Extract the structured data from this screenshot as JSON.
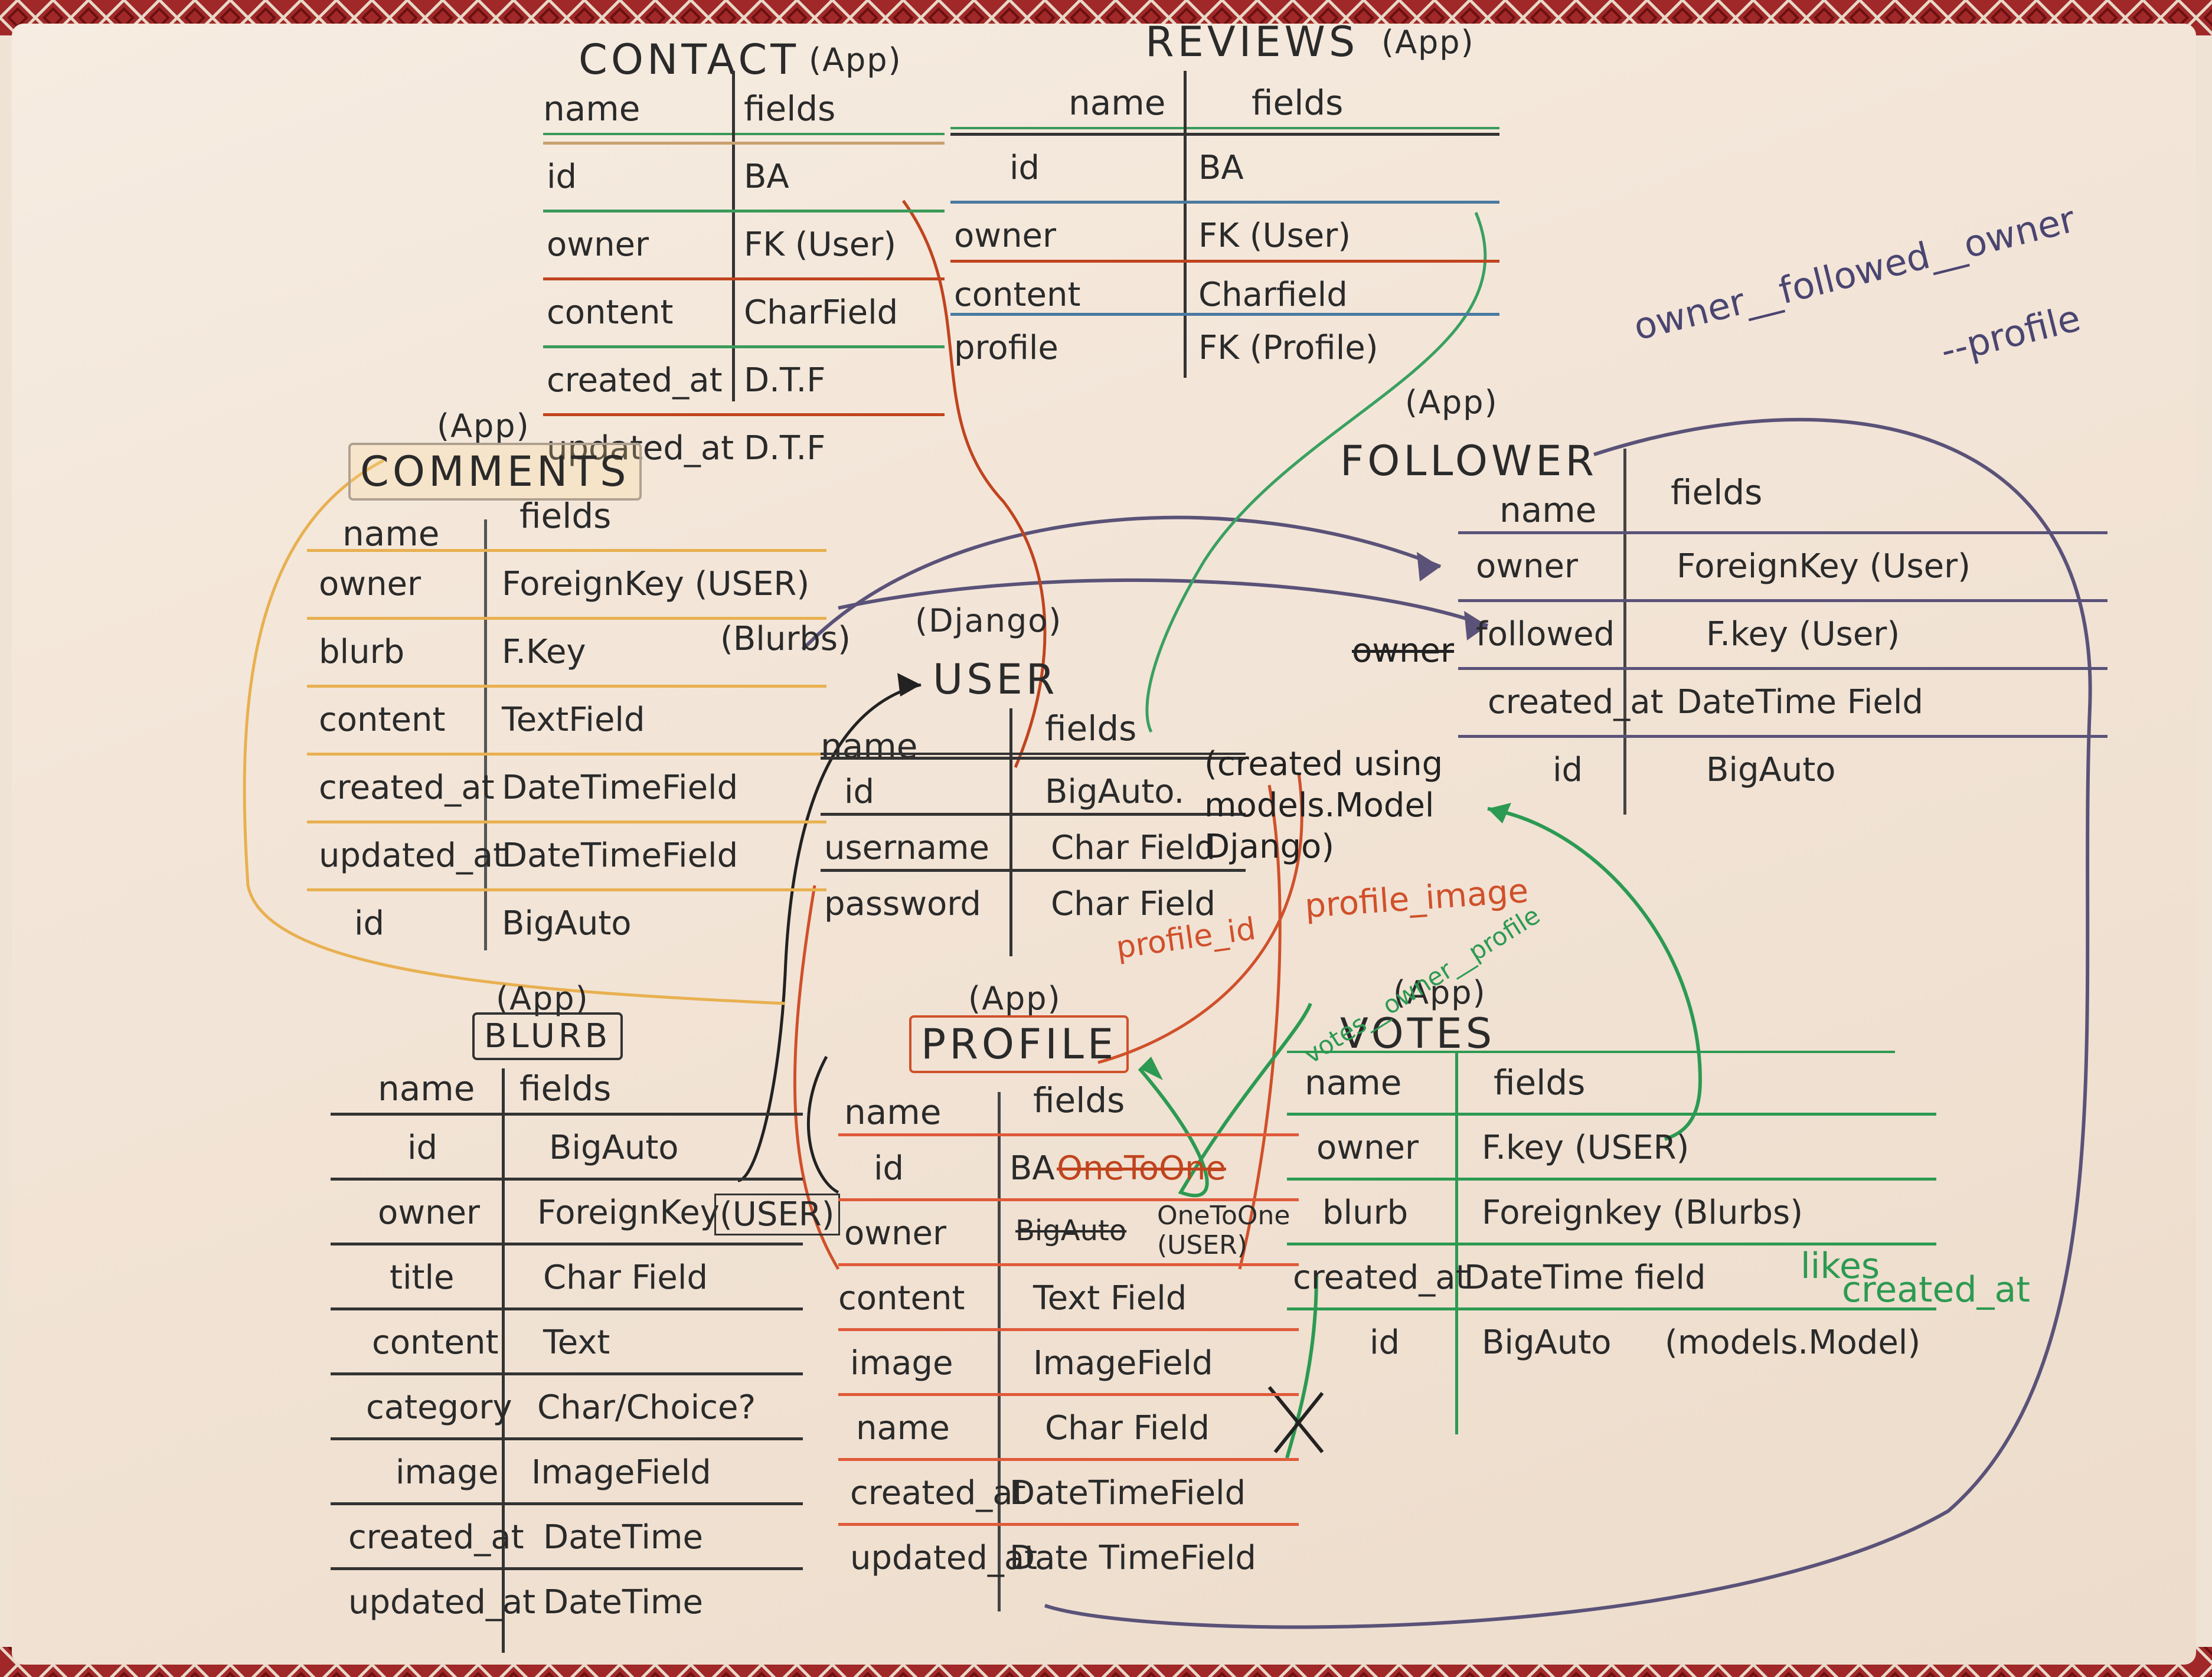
{
  "colors": {
    "paper": "#f4e8dc",
    "ink": "#2a2a2a",
    "orange": "#e0a030",
    "red": "#d0502a",
    "green": "#2c9a52",
    "purple": "#5a5278",
    "rug_red": "#a02828"
  },
  "contact": {
    "title": "CONTACT",
    "app": "(App)",
    "head_name": "name",
    "head_fields": "fields",
    "rows": [
      {
        "name": "id",
        "field": "BA"
      },
      {
        "name": "owner",
        "field": "FK (User)"
      },
      {
        "name": "content",
        "field": "CharField"
      },
      {
        "name": "created_at",
        "field": "D.T.F"
      },
      {
        "name": "updated_at",
        "field": "D.T.F"
      }
    ]
  },
  "reviews": {
    "title": "REVIEWS",
    "app": "(App)",
    "head_name": "name",
    "head_fields": "fields",
    "rows": [
      {
        "name": "id",
        "field": "BA"
      },
      {
        "name": "owner",
        "field": "FK (User)"
      },
      {
        "name": "content",
        "field": "Charfield"
      },
      {
        "name": "profile",
        "field": "FK (Profile)"
      }
    ]
  },
  "comments": {
    "title": "COMMENTS",
    "app": "(App)",
    "head_name": "name",
    "head_fields": "fields",
    "rows": [
      {
        "name": "owner",
        "field": "ForeignKey (USER)"
      },
      {
        "name": "blurb",
        "field": "F.Key",
        "extra": "(Blurbs)"
      },
      {
        "name": "content",
        "field": "TextField"
      },
      {
        "name": "created_at",
        "field": "DateTimeField"
      },
      {
        "name": "updated_at",
        "field": "DateTimeField"
      },
      {
        "name": "id",
        "field": "BigAuto"
      }
    ]
  },
  "follower": {
    "title": "FOLLOWER",
    "app": "(App)",
    "head_name": "name",
    "head_fields": "fields",
    "related_note_1": "owner__followed__owner",
    "related_note_2": "--profile",
    "crossed_word": "owner",
    "rows": [
      {
        "name": "owner",
        "field": "ForeignKey (User)"
      },
      {
        "name": "followed",
        "field": "F.key (User)"
      },
      {
        "name": "created_at",
        "field": "DateTime Field"
      },
      {
        "name": "id",
        "field": "BigAuto"
      }
    ]
  },
  "user": {
    "title": "USER",
    "app": "(Django)",
    "head_name": "name",
    "head_fields": "fields",
    "note": "(created using models.Model Django)",
    "rows": [
      {
        "name": "id",
        "field": "BigAuto."
      },
      {
        "name": "username",
        "field": "Char Field"
      },
      {
        "name": "password",
        "field": "Char Field"
      }
    ]
  },
  "blurb": {
    "title": "BLURB",
    "app": "(App)",
    "head_name": "name",
    "head_fields": "fields",
    "rows": [
      {
        "name": "id",
        "field": "BigAuto"
      },
      {
        "name": "owner",
        "field": "ForeignKey",
        "extra": "(USER)"
      },
      {
        "name": "title",
        "field": "Char Field"
      },
      {
        "name": "content",
        "field": "Text"
      },
      {
        "name": "category",
        "field": "Char/Choice?"
      },
      {
        "name": "image",
        "field": "ImageField"
      },
      {
        "name": "created_at",
        "field": "DateTime"
      },
      {
        "name": "updated_at",
        "field": "DateTime"
      }
    ]
  },
  "profile": {
    "title": "PROFILE",
    "app": "(App)",
    "head_name": "name",
    "head_fields": "fields",
    "note_profile_id": "profile_id",
    "note_profile_image": "profile_image",
    "rows": [
      {
        "name": "id",
        "field": "BA",
        "struck": "OneToOne"
      },
      {
        "name": "owner",
        "struck": "BigAuto",
        "field": "OneToOne (USER)"
      },
      {
        "name": "content",
        "field": "Text Field"
      },
      {
        "name": "image",
        "field": "ImageField"
      },
      {
        "name": "name",
        "field": "Char Field"
      },
      {
        "name": "created_at",
        "field": "DateTimeField"
      },
      {
        "name": "updated_at",
        "field": "Date TimeField"
      }
    ]
  },
  "votes": {
    "title": "VOTES",
    "app": "(App)",
    "head_name": "name",
    "head_fields": "fields",
    "related_note": "votes__owner__profile",
    "likes_note": "likes",
    "likes_note_2": "created_at",
    "rows": [
      {
        "name": "owner",
        "field": "F.key (USER)"
      },
      {
        "name": "blurb",
        "field": "Foreignkey (Blurbs)"
      },
      {
        "name": "created_at",
        "field": "DateTime field"
      },
      {
        "name": "id",
        "field": "BigAuto",
        "extra": "(models.Model)"
      }
    ]
  }
}
